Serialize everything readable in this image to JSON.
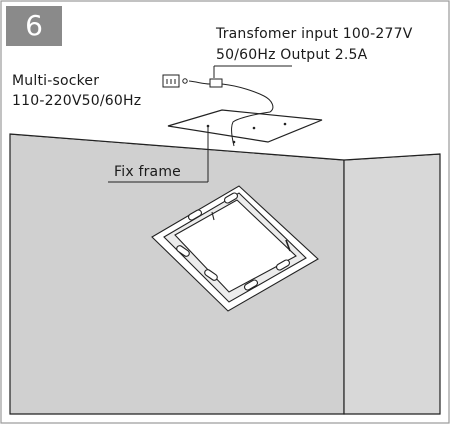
{
  "step": {
    "number": "6"
  },
  "labels": {
    "transformer_line1": "Transfomer input 100-277V",
    "transformer_line2": "50/60Hz Output 2.5A",
    "socket_line1": "Multi-socker",
    "socket_line2": "110-220V50/60Hz",
    "fix_frame": "Fix frame"
  },
  "colors": {
    "badge": "#8a8a8a",
    "wall": "#d0d0d0",
    "line": "#222222"
  }
}
